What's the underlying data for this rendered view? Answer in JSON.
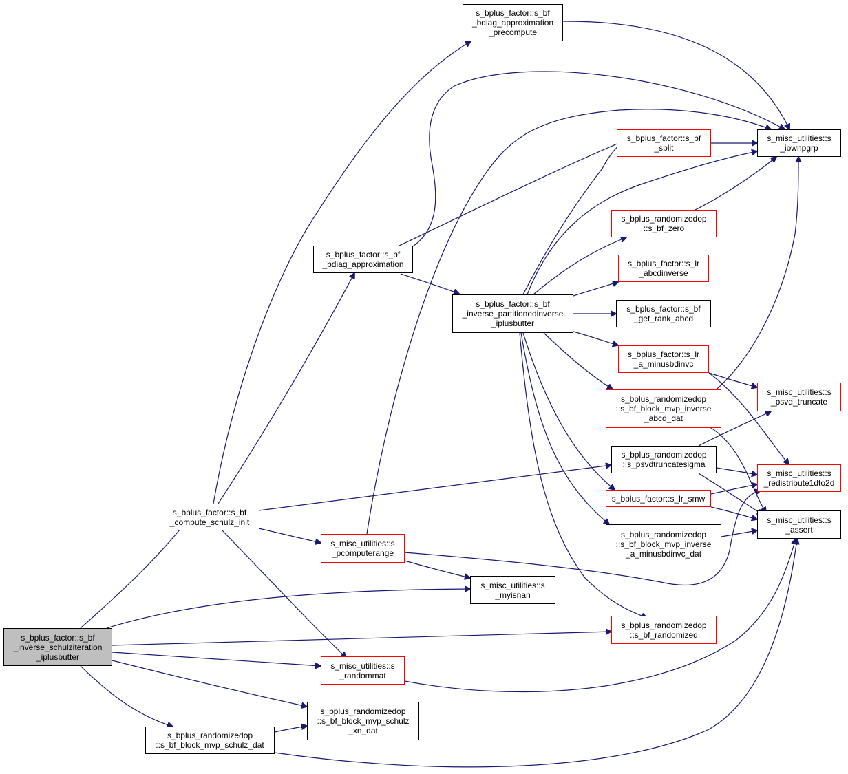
{
  "colors": {
    "edge": "#191970",
    "red_border": "#ff0000",
    "black_border": "#000000",
    "root_fill": "#bfbfbf"
  },
  "nodes": {
    "root": "s_bplus_factor::s_bf\n_inverse_schulziteration\n_iplusbutter",
    "compute_schulz_init": "s_bplus_factor::s_bf\n_compute_schulz_init",
    "bdiag_approximation": "s_bplus_factor::s_bf\n_bdiag_approximation",
    "bdiag_precompute": "s_bplus_factor::s_bf\n_bdiag_approximation\n_precompute",
    "inverse_partitioned": "s_bplus_factor::s_bf\n_inverse_partitionedinverse\n_iplusbutter",
    "split": "s_bplus_factor::s_bf\n_split",
    "iownpgrp": "s_misc_utilities::s\n_iownpgrp",
    "bf_zero": "s_bplus_randomizedop\n::s_bf_zero",
    "lr_abcdinverse": "s_bplus_factor::s_lr\n_abcdinverse",
    "get_rank_abcd": "s_bplus_factor::s_bf\n_get_rank_abcd",
    "lr_a_minusbdinvc": "s_bplus_factor::s_lr\n_a_minusbdinvc",
    "psvd_truncate": "s_misc_utilities::s\n_psvd_truncate",
    "block_mvp_inverse_abcd": "s_bplus_randomizedop\n::s_bf_block_mvp_inverse\n_abcd_dat",
    "psvdtruncatesigma": "s_bplus_randomizedop\n::s_psvdtruncatesigma",
    "redistribute1dto2d": "s_misc_utilities::s\n_redistribute1dto2d",
    "lr_smw": "s_bplus_factor::s_lr_smw",
    "assert": "s_misc_utilities::s\n_assert",
    "block_mvp_inverse_a_minus": "s_bplus_randomizedop\n::s_bf_block_mvp_inverse\n_a_minusbdinvc_dat",
    "pcomputerange": "s_misc_utilities::s\n_pcomputerange",
    "myisnan": "s_misc_utilities::s\n_myisnan",
    "bf_randomized": "s_bplus_randomizedop\n::s_bf_randomized",
    "randommat": "s_misc_utilities::s\n_randommat",
    "block_mvp_schulz_xn": "s_bplus_randomizedop\n::s_bf_block_mvp_schulz\n_xn_dat",
    "block_mvp_schulz": "s_bplus_randomizedop\n::s_bf_block_mvp_schulz_dat"
  }
}
